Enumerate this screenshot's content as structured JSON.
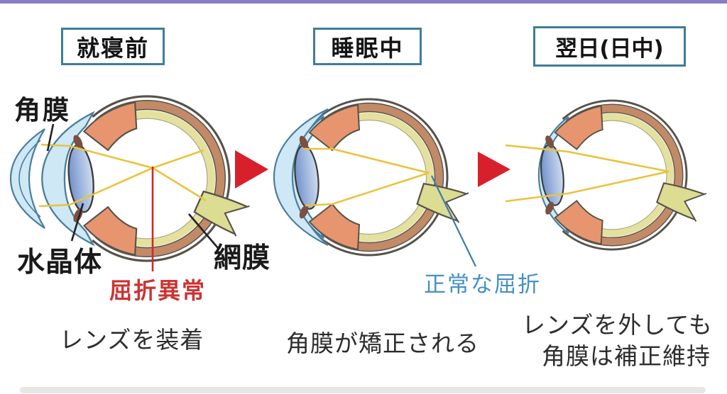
{
  "figure": {
    "description": "orthokeratology-eye-stages-diagram",
    "stages": [
      {
        "title": "就寝前",
        "caption": "レンズを装着"
      },
      {
        "title": "睡眠中",
        "caption": "角膜が矯正される"
      },
      {
        "title": "翌日(日中)",
        "caption_line1": "レンズを外しても",
        "caption_line2": "角膜は補正維持"
      }
    ],
    "labels": {
      "cornea": "角膜",
      "crystalline_lens": "水晶体",
      "retina": "網膜",
      "refractive_error": "屈折異常",
      "normal_refraction": "正常な屈折"
    },
    "colors": {
      "top_bar": "#8a7ec5",
      "title_border": "#3f7d99",
      "arrow_red": "#d8202c",
      "error_red": "#cc3333",
      "normal_blue": "#4590c5",
      "pointer_blue": "#3c7cac",
      "ray_yellow": "#e9c33c",
      "focal_line_red": "#cc2a2a",
      "cornea_blue": "#cfe8f5",
      "cornea_stroke": "#4a7d9c",
      "sclera_brown": "#c38a67",
      "retina_yellow": "#e4e19e",
      "iris_salmon": "#e6956e",
      "iris_dark": "#7c4f41",
      "nerve_green": "#dcdc92",
      "outline": "#56524a",
      "lens_blue_dark": "#7291cc",
      "lens_blue_light": "#cfdcf0"
    }
  }
}
